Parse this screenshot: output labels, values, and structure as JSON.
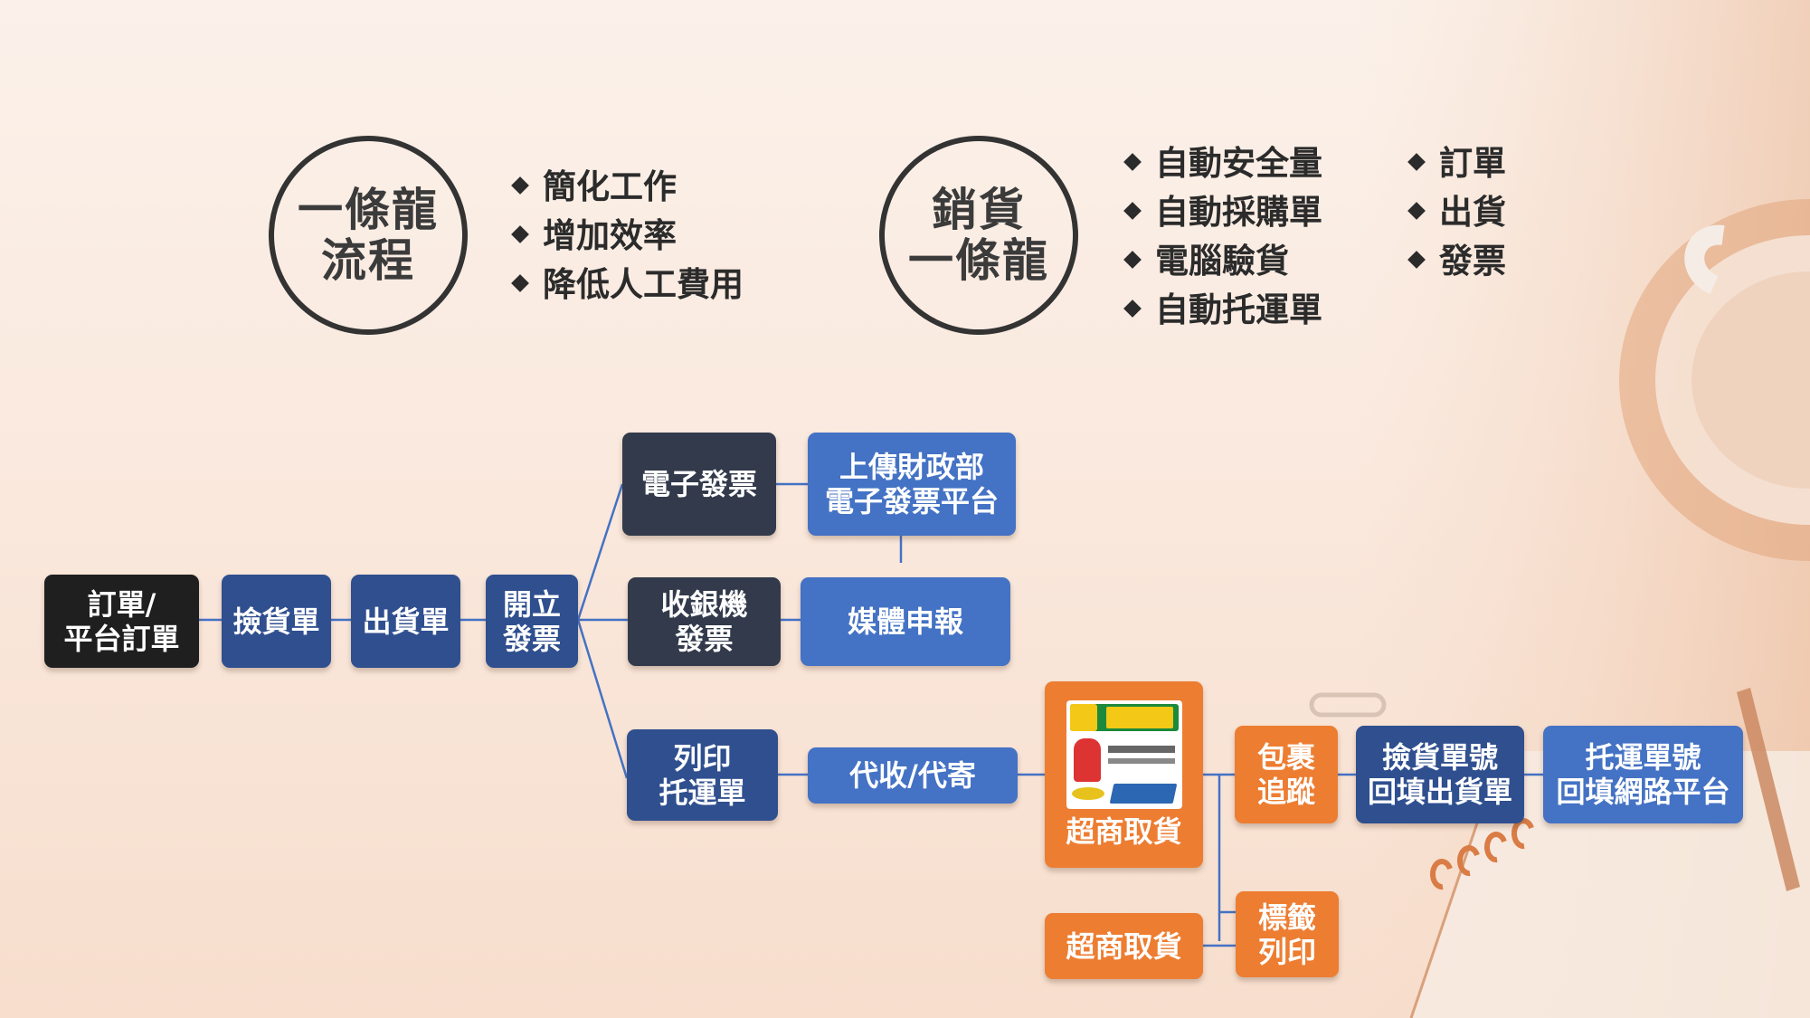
{
  "circles": [
    {
      "line1": "一條龍",
      "line2": "流程"
    },
    {
      "line1": "銷貨",
      "line2": "一條龍"
    }
  ],
  "bullets_1": [
    "簡化工作",
    "增加效率",
    "降低人工費用"
  ],
  "bullets_2": [
    "自動安全量",
    "自動採購單",
    "電腦驗貨",
    "自動托運單"
  ],
  "bullets_3": [
    "訂單",
    "出貨",
    "發票"
  ],
  "flow": {
    "order": [
      "訂單/",
      "平台訂單"
    ],
    "picking": "撿貨單",
    "shipping": "出貨單",
    "issue_invoice": [
      "開立",
      "發票"
    ],
    "e_invoice": "電子發票",
    "upload": [
      "上傳財政部",
      "電子發票平台"
    ],
    "cashier_invoice": [
      "收銀機",
      "發票"
    ],
    "media_report": "媒體申報",
    "print_waybill": [
      "列印",
      "托運單"
    ],
    "cod": "代收/代寄",
    "store_pickup_logo": "超商取貨",
    "parcel_tracking": [
      "包裹",
      "追蹤"
    ],
    "pick_no_backfill": [
      "撿貨單號",
      "回填出貨單"
    ],
    "waybill_no_backfill": [
      "托運單號",
      "回填網路平台"
    ],
    "label_print": [
      "標籤",
      "列印"
    ],
    "store_pickup": "超商取貨"
  },
  "colors": {
    "black": "#1f1f1f",
    "navy": "#2f4f8f",
    "dark_slate": "#323a4b",
    "blue": "#4472c4",
    "orange": "#ed7d31",
    "connector": "#4472c4"
  }
}
